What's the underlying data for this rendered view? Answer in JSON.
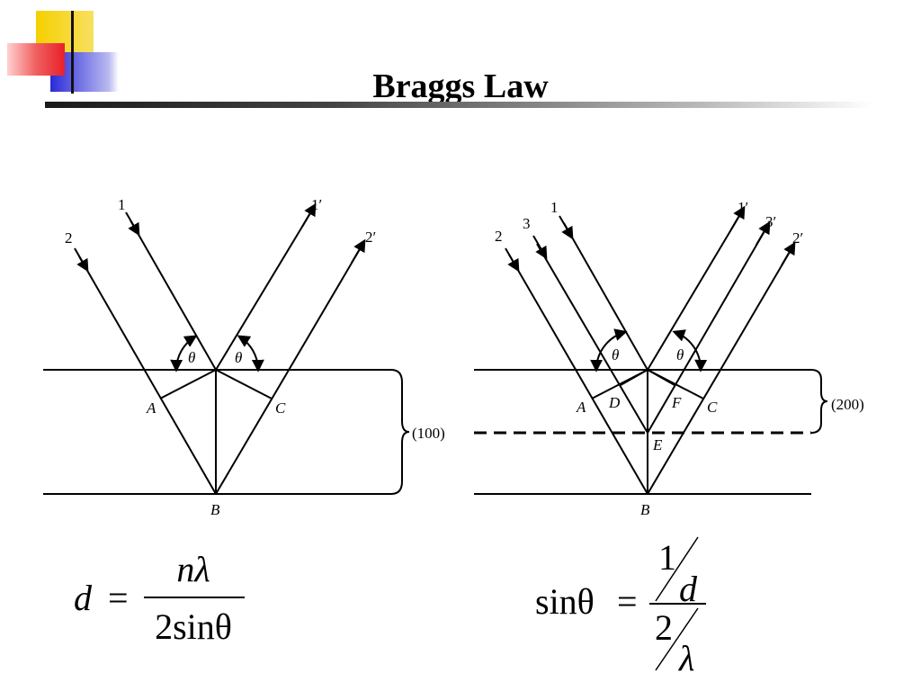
{
  "slide": {
    "title": "Braggs Law",
    "brand_colors": {
      "yellow": "#f5d000",
      "red": "#e8202a",
      "blue": "#2a2ad8"
    }
  },
  "diagram_left": {
    "ray_labels": [
      "2",
      "1",
      "1′",
      "2′"
    ],
    "angle_label": "θ",
    "points": {
      "A": "A",
      "B": "B",
      "C": "C"
    },
    "plane_label": "(100)"
  },
  "diagram_right": {
    "ray_labels": [
      "2",
      "3",
      "1",
      "1′",
      "3′",
      "2′"
    ],
    "angle_label": "θ",
    "points": {
      "A": "A",
      "D": "D",
      "E": "E",
      "F": "F",
      "C": "C",
      "B": "B"
    },
    "plane_label": "(200)"
  },
  "equation_left": {
    "lhs": "d",
    "equals": "=",
    "numerator": "nλ",
    "denominator": "2sinθ"
  },
  "equation_right": {
    "lhs": "sinθ",
    "equals": "=",
    "num_top": "1",
    "num_bottom": "d",
    "den_top": "2",
    "den_bottom": "λ"
  }
}
